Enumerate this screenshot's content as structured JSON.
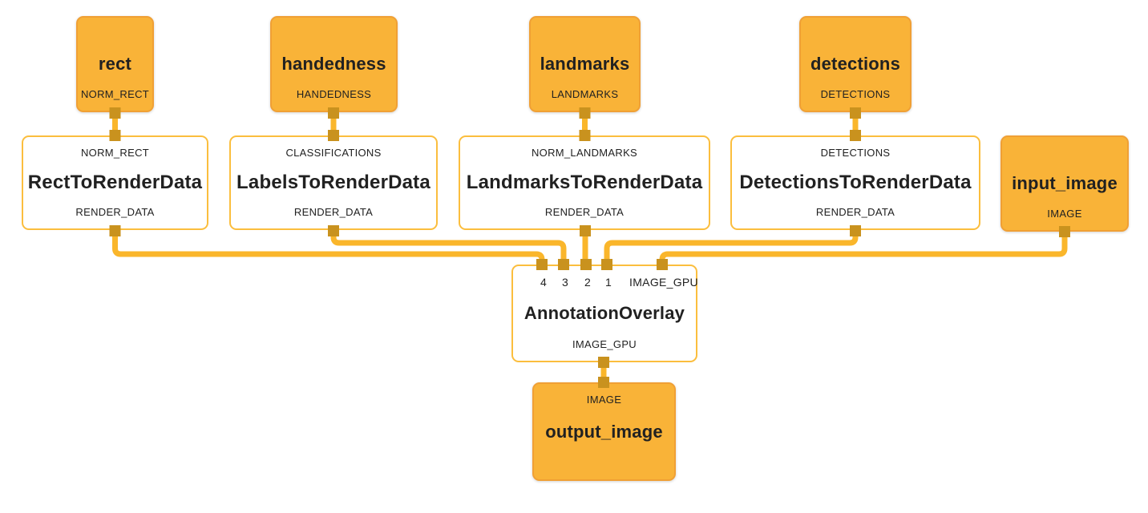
{
  "diagram": {
    "type": "mediapipe-graph",
    "colors": {
      "background": "#FFFFFF",
      "source_node_fill": "#F9B338",
      "source_node_border": "#F0A035",
      "calculator_border": "#FBBE3E",
      "edge": "#FAB62B",
      "port": "#C9921E",
      "text": "#212121"
    },
    "nodes": {
      "rect": {
        "title": "rect",
        "output_tag": "NORM_RECT"
      },
      "handedness": {
        "title": "handedness",
        "output_tag": "HANDEDNESS"
      },
      "landmarks": {
        "title": "landmarks",
        "output_tag": "LANDMARKS"
      },
      "detections": {
        "title": "detections",
        "output_tag": "DETECTIONS"
      },
      "rect_to_render_data": {
        "input_tag": "NORM_RECT",
        "title": "RectToRenderData",
        "output_tag": "RENDER_DATA"
      },
      "labels_to_render_data": {
        "input_tag": "CLASSIFICATIONS",
        "title": "LabelsToRenderData",
        "output_tag": "RENDER_DATA"
      },
      "landmarks_to_render_data": {
        "input_tag": "NORM_LANDMARKS",
        "title": "LandmarksToRenderData",
        "output_tag": "RENDER_DATA"
      },
      "detections_to_render_data": {
        "input_tag": "DETECTIONS",
        "title": "DetectionsToRenderData",
        "output_tag": "RENDER_DATA"
      },
      "input_image": {
        "title": "input_image",
        "output_tag": "IMAGE"
      },
      "annotation_overlay": {
        "ports": [
          "4",
          "3",
          "2",
          "1",
          "IMAGE_GPU"
        ],
        "title": "AnnotationOverlay",
        "output_tag": "IMAGE_GPU"
      },
      "output_image": {
        "input_tag": "IMAGE",
        "title": "output_image"
      }
    },
    "edges": [
      {
        "from": "rect:NORM_RECT",
        "to": "RectToRenderData:NORM_RECT"
      },
      {
        "from": "handedness:HANDEDNESS",
        "to": "LabelsToRenderData:CLASSIFICATIONS"
      },
      {
        "from": "landmarks:LANDMARKS",
        "to": "LandmarksToRenderData:NORM_LANDMARKS"
      },
      {
        "from": "detections:DETECTIONS",
        "to": "DetectionsToRenderData:DETECTIONS"
      },
      {
        "from": "RectToRenderData:RENDER_DATA",
        "to": "AnnotationOverlay:4"
      },
      {
        "from": "LabelsToRenderData:RENDER_DATA",
        "to": "AnnotationOverlay:3"
      },
      {
        "from": "LandmarksToRenderData:RENDER_DATA",
        "to": "AnnotationOverlay:2"
      },
      {
        "from": "DetectionsToRenderData:RENDER_DATA",
        "to": "AnnotationOverlay:1"
      },
      {
        "from": "input_image:IMAGE",
        "to": "AnnotationOverlay:IMAGE_GPU"
      },
      {
        "from": "AnnotationOverlay:IMAGE_GPU",
        "to": "output_image:IMAGE"
      }
    ]
  }
}
